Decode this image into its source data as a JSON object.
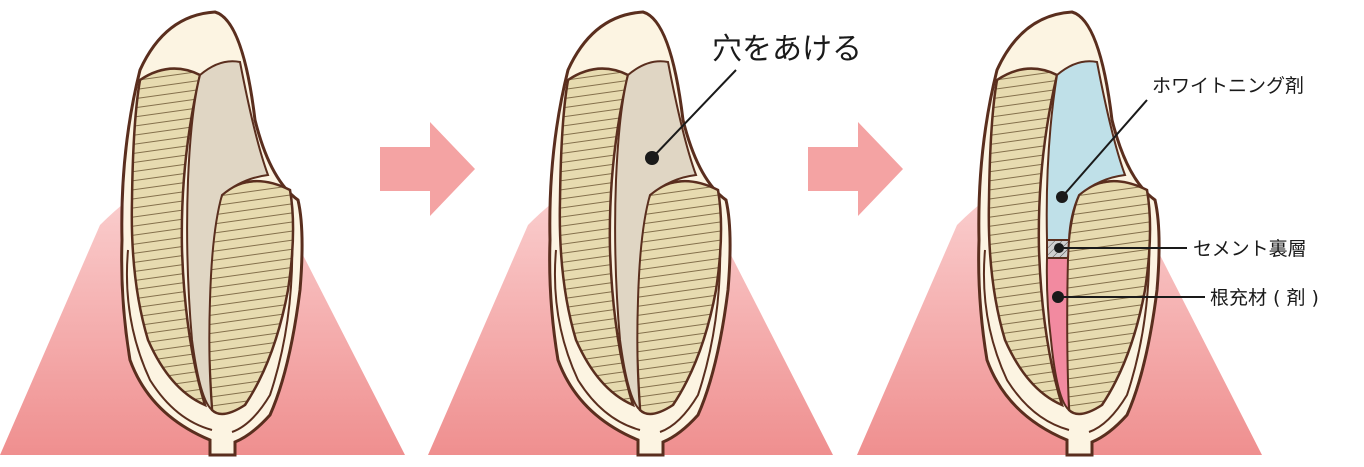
{
  "panels": [
    {
      "id": "before"
    },
    {
      "id": "drilled",
      "callout": "穴をあける"
    },
    {
      "id": "filled",
      "callouts": {
        "whitening_agent": "ホワイトニング剤",
        "cement_base": "セメント裏層",
        "root_filling": "根充材 ( 剤 )"
      }
    }
  ],
  "colors": {
    "gum_top": "#fbd3d3",
    "gum_bottom": "#ef8f8f",
    "outline": "#5a2e1e",
    "enamel": "#fcf4e2",
    "dentin": "#e7dbb0",
    "pulp": "#e0d6c4",
    "whitening": "#bfe0e8",
    "root_fill": "#f28aa0",
    "cement": "#bdbdbd",
    "arrow": "#f4a3a3"
  }
}
